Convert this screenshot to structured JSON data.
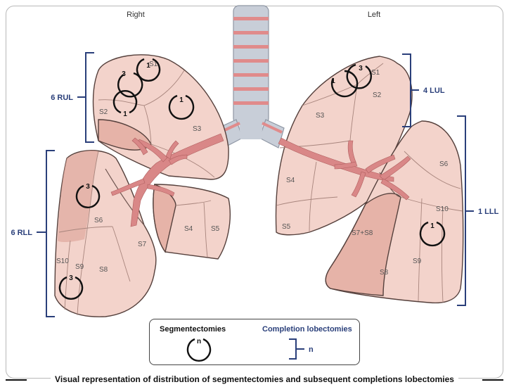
{
  "sides": {
    "right": "Right",
    "left": "Left"
  },
  "segments": {
    "right_upper": [
      "S1",
      "S2",
      "S3"
    ],
    "right_middle": [
      "S4",
      "S5"
    ],
    "right_lower": [
      "S6",
      "S7",
      "S8",
      "S9",
      "S10"
    ],
    "left_upper": [
      "S1",
      "S2",
      "S3",
      "S4",
      "S5"
    ],
    "left_lower": [
      "S6",
      "S7+S8",
      "S8",
      "S9",
      "S10"
    ]
  },
  "counts": {
    "rul_s1": "1",
    "rul_s1s2": "3",
    "rul_s2": "1",
    "rul_s3": "1",
    "rll_s6": "3",
    "rll_s10": "3",
    "lul_s1s2_a": "1",
    "lul_s1s2_b": "3",
    "lll_s9s10": "1"
  },
  "brackets": {
    "rul": "6 RUL",
    "rll": "6 RLL",
    "lul": "4 LUL",
    "lll": "1 LLL"
  },
  "legend": {
    "segmentectomies": "Segmentectomies",
    "segmentectomies_symbol": "n",
    "completion": "Completion lobectomies",
    "completion_symbol": "n"
  },
  "caption": "Visual representation of distribution of segmentectomies and subsequent completions lobectomies",
  "colors": {
    "lung_fill": "#f3d3cb",
    "lung_dark": "#e6b3a8",
    "bronchus": "#d98787",
    "trachea": "#c8ced8",
    "bracket_blue": "#2a3f7a"
  }
}
